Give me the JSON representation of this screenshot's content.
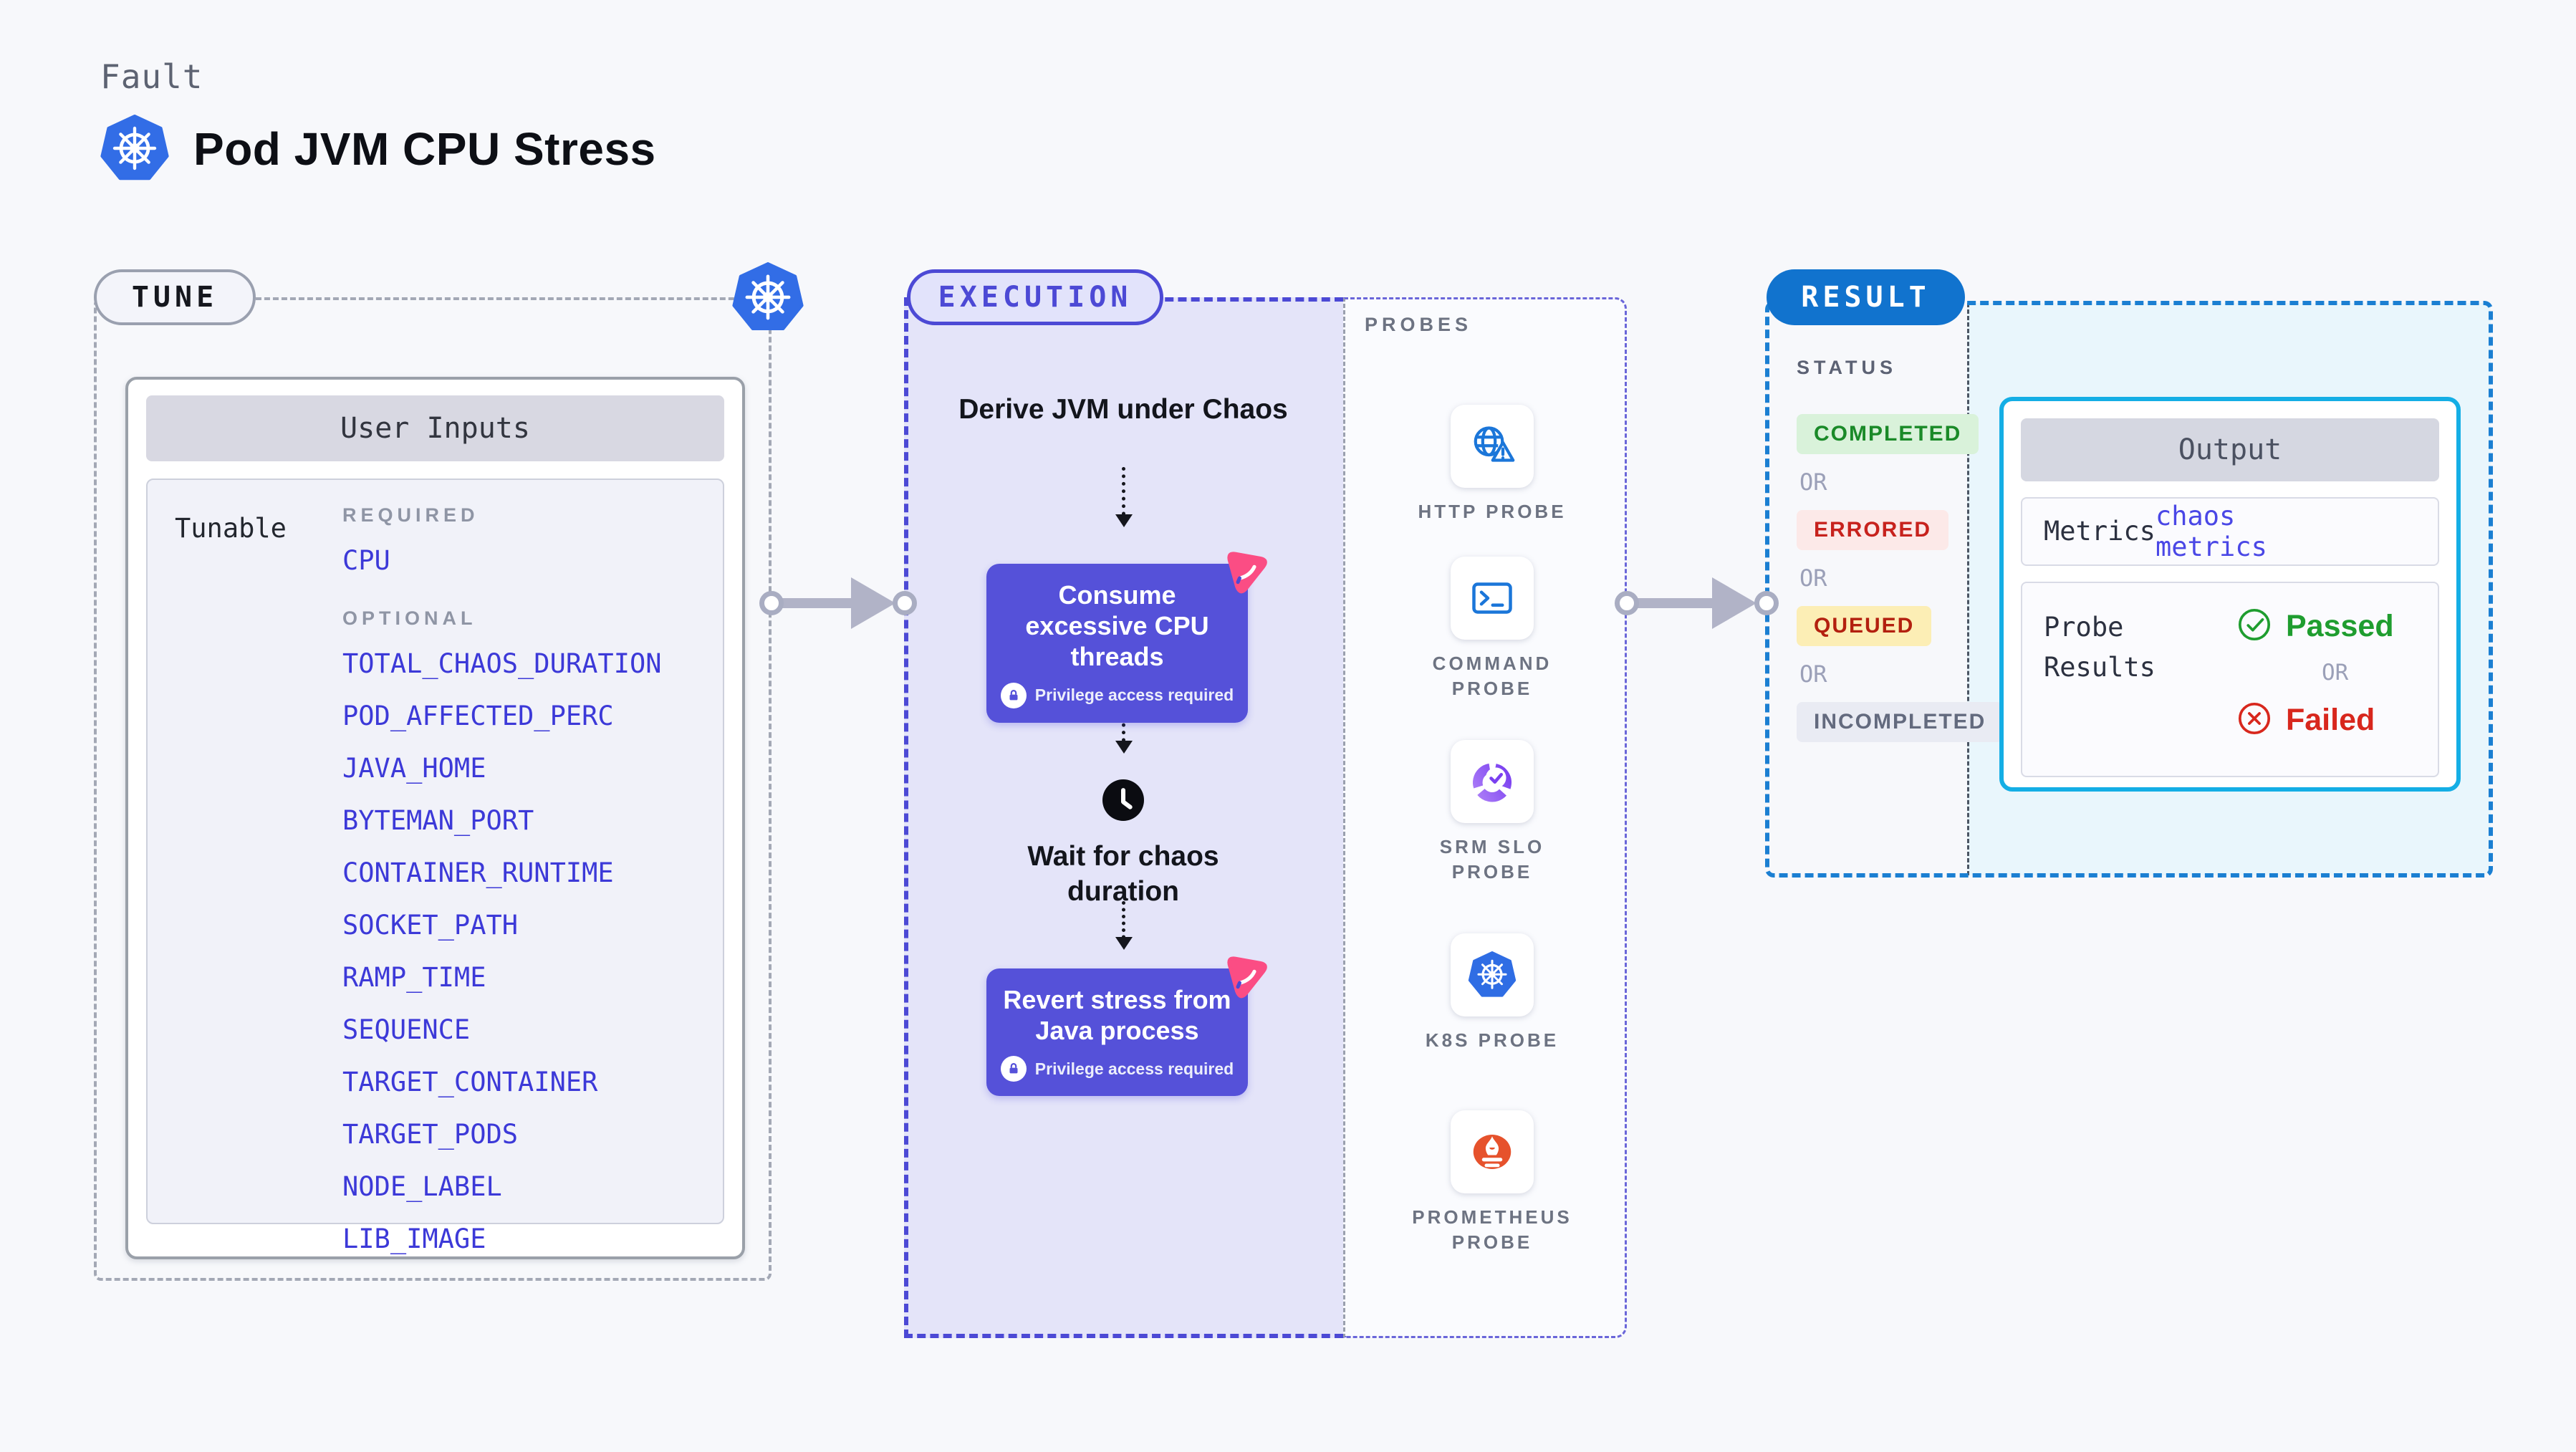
{
  "header": {
    "kicker": "Fault",
    "title": "Pod JVM CPU Stress"
  },
  "tune": {
    "badge": "TUNE",
    "card_title": "User Inputs",
    "panel_label": "Tunable",
    "required_label": "REQUIRED",
    "required_items": [
      "CPU"
    ],
    "optional_label": "OPTIONAL",
    "optional_items": [
      "TOTAL_CHAOS_DURATION",
      "POD_AFFECTED_PERC",
      "JAVA_HOME",
      "BYTEMAN_PORT",
      "CONTAINER_RUNTIME",
      "SOCKET_PATH",
      "RAMP_TIME",
      "SEQUENCE",
      "TARGET_CONTAINER",
      "TARGET_PODS",
      "NODE_LABEL",
      "LIB_IMAGE"
    ]
  },
  "execution": {
    "badge": "EXECUTION",
    "steps": {
      "derive": "Derive JVM under Chaos",
      "consume": "Consume excessive CPU threads",
      "wait": "Wait for chaos duration",
      "revert": "Revert stress from Java process"
    },
    "privilege_note": "Privilege access required"
  },
  "probes": {
    "label": "PROBES",
    "items": [
      {
        "label": "HTTP PROBE",
        "icon": "globe-warning-icon"
      },
      {
        "label": "COMMAND PROBE",
        "icon": "terminal-icon"
      },
      {
        "label": "SRM SLO PROBE",
        "icon": "slo-gauge-icon"
      },
      {
        "label": "K8S PROBE",
        "icon": "kubernetes-icon"
      },
      {
        "label": "PROMETHEUS PROBE",
        "icon": "prometheus-flame-icon"
      }
    ]
  },
  "result": {
    "badge": "RESULT",
    "status_label": "STATUS",
    "or_label": "OR",
    "statuses": [
      {
        "label": "COMPLETED",
        "bg": "#d9f2da",
        "color": "#1a8a28"
      },
      {
        "label": "ERRORED",
        "bg": "#fce9e8",
        "color": "#c7221d"
      },
      {
        "label": "QUEUED",
        "bg": "#fceeb5",
        "color": "#b3200f"
      },
      {
        "label": "INCOMPLETED",
        "bg": "#e9ebf3",
        "color": "#636a7e"
      }
    ],
    "output": {
      "title": "Output",
      "metrics_label": "Metrics",
      "metrics_value": "chaos metrics",
      "probe_results_label": "Probe Results",
      "passed_label": "Passed",
      "failed_label": "Failed"
    }
  },
  "colors": {
    "page_bg": "#f7f8fb",
    "indigo_accent": "#4c49d5",
    "chaos_box": "#5551d9",
    "execution_fill": "#e4e4f9",
    "link_blue": "#3c39d8",
    "kubernetes_blue": "#326de6",
    "probe_icon_blue": "#1b76d9",
    "result_blue": "#1173ce",
    "result_border": "#1b7fd2",
    "cyan_fill": "#e9f6fc",
    "cyan_border": "#14aee5",
    "passed_green": "#1f9d2f",
    "failed_red": "#d8271d",
    "pink_badge": "#fb4d84",
    "prometheus_orange": "#e6522c",
    "arrow_gray": "#b1b3c7"
  }
}
